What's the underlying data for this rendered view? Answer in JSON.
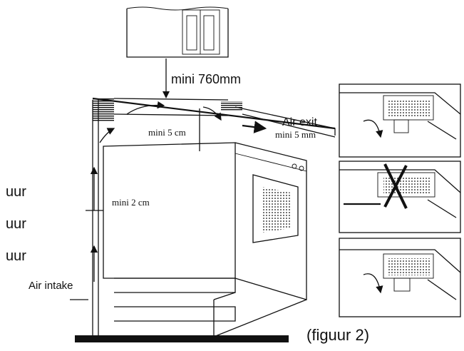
{
  "labels": {
    "clearance_top": "mini 760mm",
    "clearance_gap": "mini  5  cm",
    "air_exit": "Air   exit",
    "exit_gap": "mini  5  mm",
    "side_gap": "mini  2  cm",
    "air_intake": "Air   intake",
    "caption": "(figuur 2)"
  },
  "side_fragments": [
    "uur",
    "uur",
    "uur"
  ]
}
